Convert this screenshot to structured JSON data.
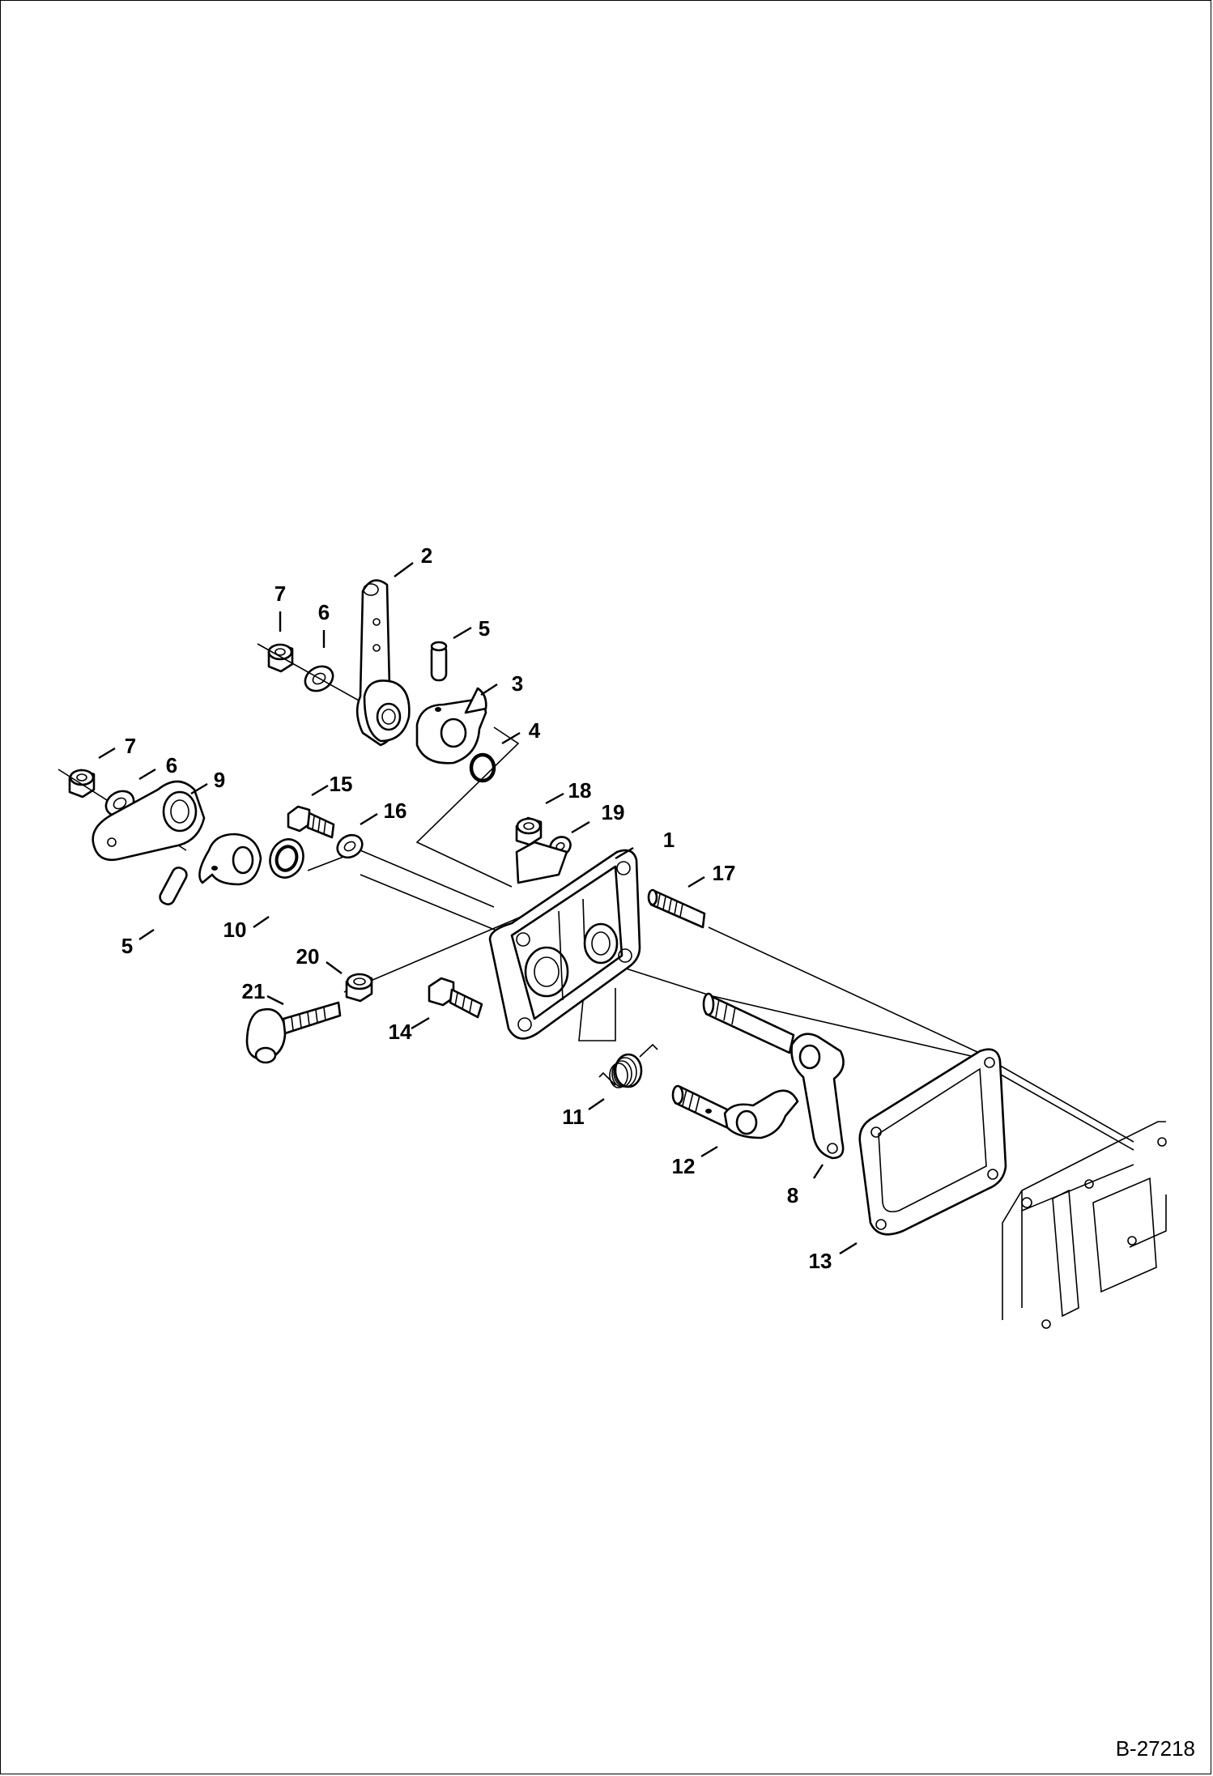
{
  "reference_code": "B-27218",
  "callouts": {
    "c1": "1",
    "c2": "2",
    "c3": "3",
    "c4": "4",
    "c5a": "5",
    "c5b": "5",
    "c6a": "6",
    "c6b": "6",
    "c7a": "7",
    "c7b": "7",
    "c8": "8",
    "c9": "9",
    "c10": "10",
    "c11": "11",
    "c12": "12",
    "c13": "13",
    "c14": "14",
    "c15": "15",
    "c16": "16",
    "c17": "17",
    "c18": "18",
    "c19": "19",
    "c20": "20",
    "c21": "21"
  }
}
